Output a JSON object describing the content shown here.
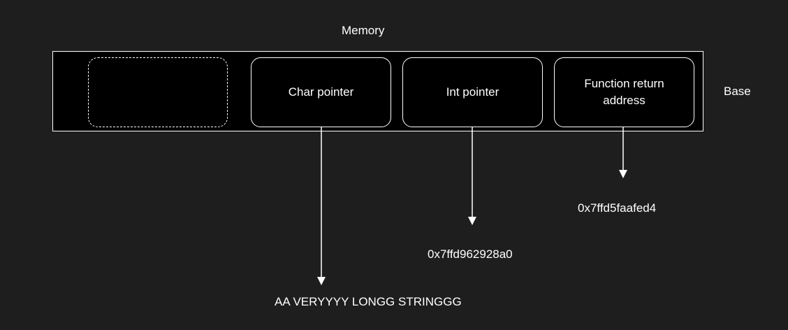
{
  "diagram": {
    "title": "Memory",
    "side_label": "Base",
    "slots": [
      {
        "id": "empty",
        "label": ""
      },
      {
        "id": "char",
        "label": "Char pointer"
      },
      {
        "id": "int",
        "label": "Int pointer"
      },
      {
        "id": "ret",
        "label": "Function return address"
      }
    ],
    "values": {
      "char": "AA VERYYYY LONGG STRINGGG",
      "int": "0x7ffd962928a0",
      "ret": "0x7ffd5faafed4"
    },
    "colors": {
      "background": "#1e1e1e",
      "box_fill": "#000000",
      "stroke": "#ffffff",
      "text": "#ffffff"
    }
  }
}
